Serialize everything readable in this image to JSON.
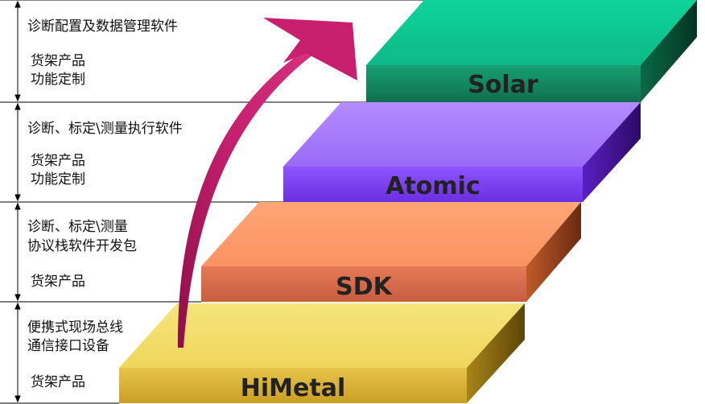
{
  "tiers": [
    {
      "name": "Solar",
      "description": "诊断配置及数据管理软件",
      "product_lines": [
        "货架产品",
        "功能定制"
      ]
    },
    {
      "name": "Atomic",
      "description": "诊断、标定\\测量执行软件",
      "product_lines": [
        "货架产品",
        "功能定制"
      ]
    },
    {
      "name": "SDK",
      "description_lines": [
        "诊断、标定\\测量",
        "协议栈软件开发包"
      ],
      "product_lines": [
        "货架产品"
      ]
    },
    {
      "name": "HiMetal",
      "description_lines": [
        "便携式现场总线",
        "通信接口设备"
      ],
      "product_lines": [
        "货架产品"
      ]
    }
  ],
  "colors": {
    "solar_top": "#10c791",
    "solar_front": "#148a63",
    "atomic_top": "#a87bff",
    "atomic_front": "#7a3cf0",
    "sdk_top": "#ff9e6a",
    "sdk_front": "#de6d4c",
    "himetal_top": "#f2de6a",
    "himetal_front": "#d9b43c",
    "arrow": "#b21b63"
  }
}
